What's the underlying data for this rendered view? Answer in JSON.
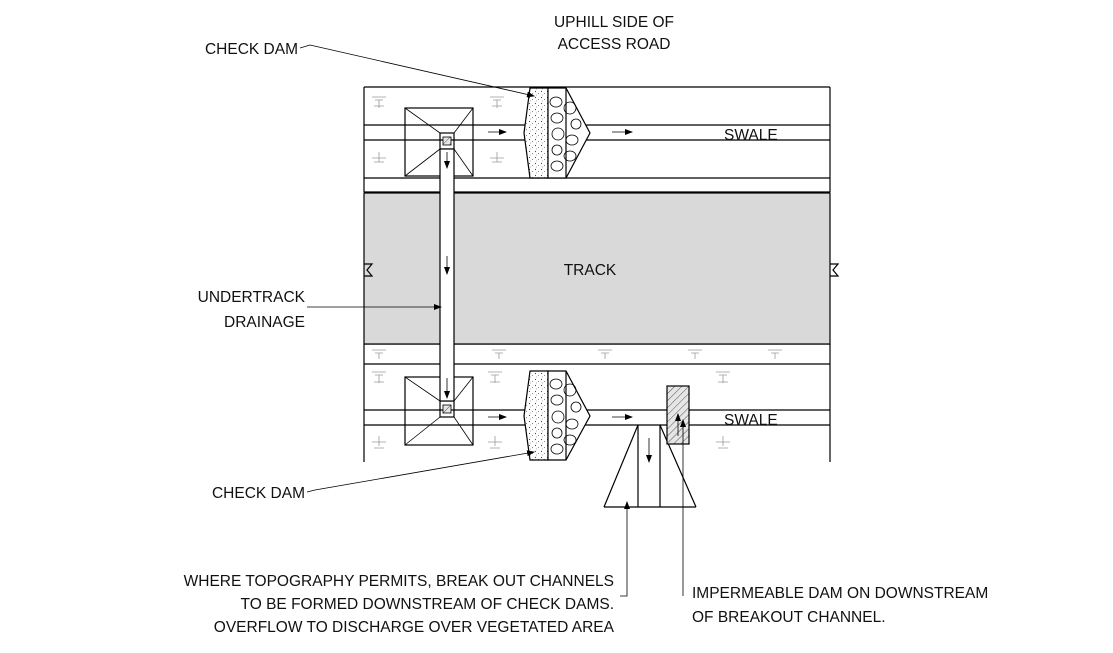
{
  "labels": {
    "uphill_line1": "UPHILL SIDE OF",
    "uphill_line2": "ACCESS ROAD",
    "check_dam_top": "CHECK DAM",
    "check_dam_bottom": "CHECK DAM",
    "swale_top": "SWALE",
    "swale_bottom": "SWALE",
    "track": "TRACK",
    "undertrack_line1": "UNDERTRACK",
    "undertrack_line2": "DRAINAGE",
    "where_line1": "WHERE TOPOGRAPHY PERMITS, BREAK OUT CHANNELS",
    "where_line2": "TO BE FORMED DOWNSTREAM OF CHECK DAMS.",
    "where_line3": "OVERFLOW TO DISCHARGE OVER VEGETATED AREA",
    "impermeable_line1": "IMPERMEABLE DAM ON DOWNSTREAM",
    "impermeable_line2": "OF BREAKOUT CHANNEL."
  },
  "colors": {
    "track_fill": "#d9d9d9",
    "line": "#000000",
    "grass": "#9a9a9a"
  }
}
